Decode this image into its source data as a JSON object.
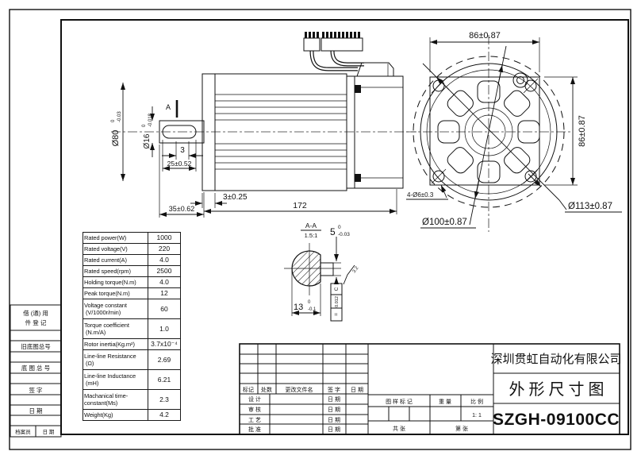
{
  "dims": {
    "d80_main": "Ø80",
    "d80_sup": "0",
    "d80_sub": "-0.03",
    "d16_main": "Ø16",
    "d16_sup": "0",
    "d16_sub": "-0.018",
    "section_mark": "A",
    "key_w": "3",
    "len_25": "25±0.52",
    "len_35": "35±0.62",
    "flange_3": "3±0.25",
    "total_len": "172",
    "front_w": "86±0.87",
    "front_h": "86±0.87",
    "holes": "4-Ø6±0.3",
    "bcd": "Ø100±0.87",
    "od": "Ø113±0.87",
    "sec_title": "A-A",
    "sec_scale": "1.5:1",
    "d5_main": "5",
    "d5_sup": "0",
    "d5_sub": "-0.03",
    "d13_main": "13",
    "d13_sup": "0",
    "d13_sub": "-0.1",
    "tol_sym": "=",
    "tol_val": "0.012",
    "tol_datum": "C",
    "roughness": "3.2"
  },
  "specs": {
    "rows": [
      {
        "label": "Rated power(W)",
        "value": "1000"
      },
      {
        "label": "Rated voltage(V)",
        "value": "220"
      },
      {
        "label": "Rated current(A)",
        "value": "4.0"
      },
      {
        "label": "Rated speed(rpm)",
        "value": "2500"
      },
      {
        "label": "Holding torque(N.m)",
        "value": "4.0"
      },
      {
        "label": "Peak torque(N.m)",
        "value": "12"
      },
      {
        "label": "Voltage constant\n (V/1000r/min)",
        "value": "60"
      },
      {
        "label": "Torque coefficient\n (N.m/A)",
        "value": "1.0"
      },
      {
        "label": "Rotor inertia(Kg.m²)",
        "value": "3.7x10⁻⁴"
      },
      {
        "label": "Line-line Resistance\n (Ω)",
        "value": "2.69"
      },
      {
        "label": "Line-line Inductance\n (mH)",
        "value": "6.21"
      },
      {
        "label": "Machanical time-\nconstant(Ms)",
        "value": "2.3"
      },
      {
        "label": "Weight(Kg)",
        "value": "4.2"
      }
    ]
  },
  "title_block": {
    "company": "深圳贯虹自动化有限公司",
    "drawing_title": "外形尺寸图",
    "model": "SZGH-09100CC",
    "h_mark": "标记",
    "h_count": "处数",
    "h_file": "更改文件名",
    "h_sign": "签 字",
    "h_date": "日 期",
    "approval_labels": [
      "设 计",
      "审 核",
      "工 艺",
      "批 准"
    ],
    "date_label": "日 期",
    "stamp_label": "图 样 标 记",
    "weight_label": "重 量",
    "scale_label": "比 例",
    "scale_value": "1: 1",
    "total_sheets": "共        张",
    "sheet_no": "第      张"
  },
  "side_panel": {
    "box1_line1": "借 (通) 用",
    "box1_line2": "件  登  记",
    "box2": "旧底图总号",
    "box3": "底 图 总 号",
    "box4": "签    字",
    "box5": "日    期",
    "box6a": "档案员",
    "box6b": "日 期"
  }
}
